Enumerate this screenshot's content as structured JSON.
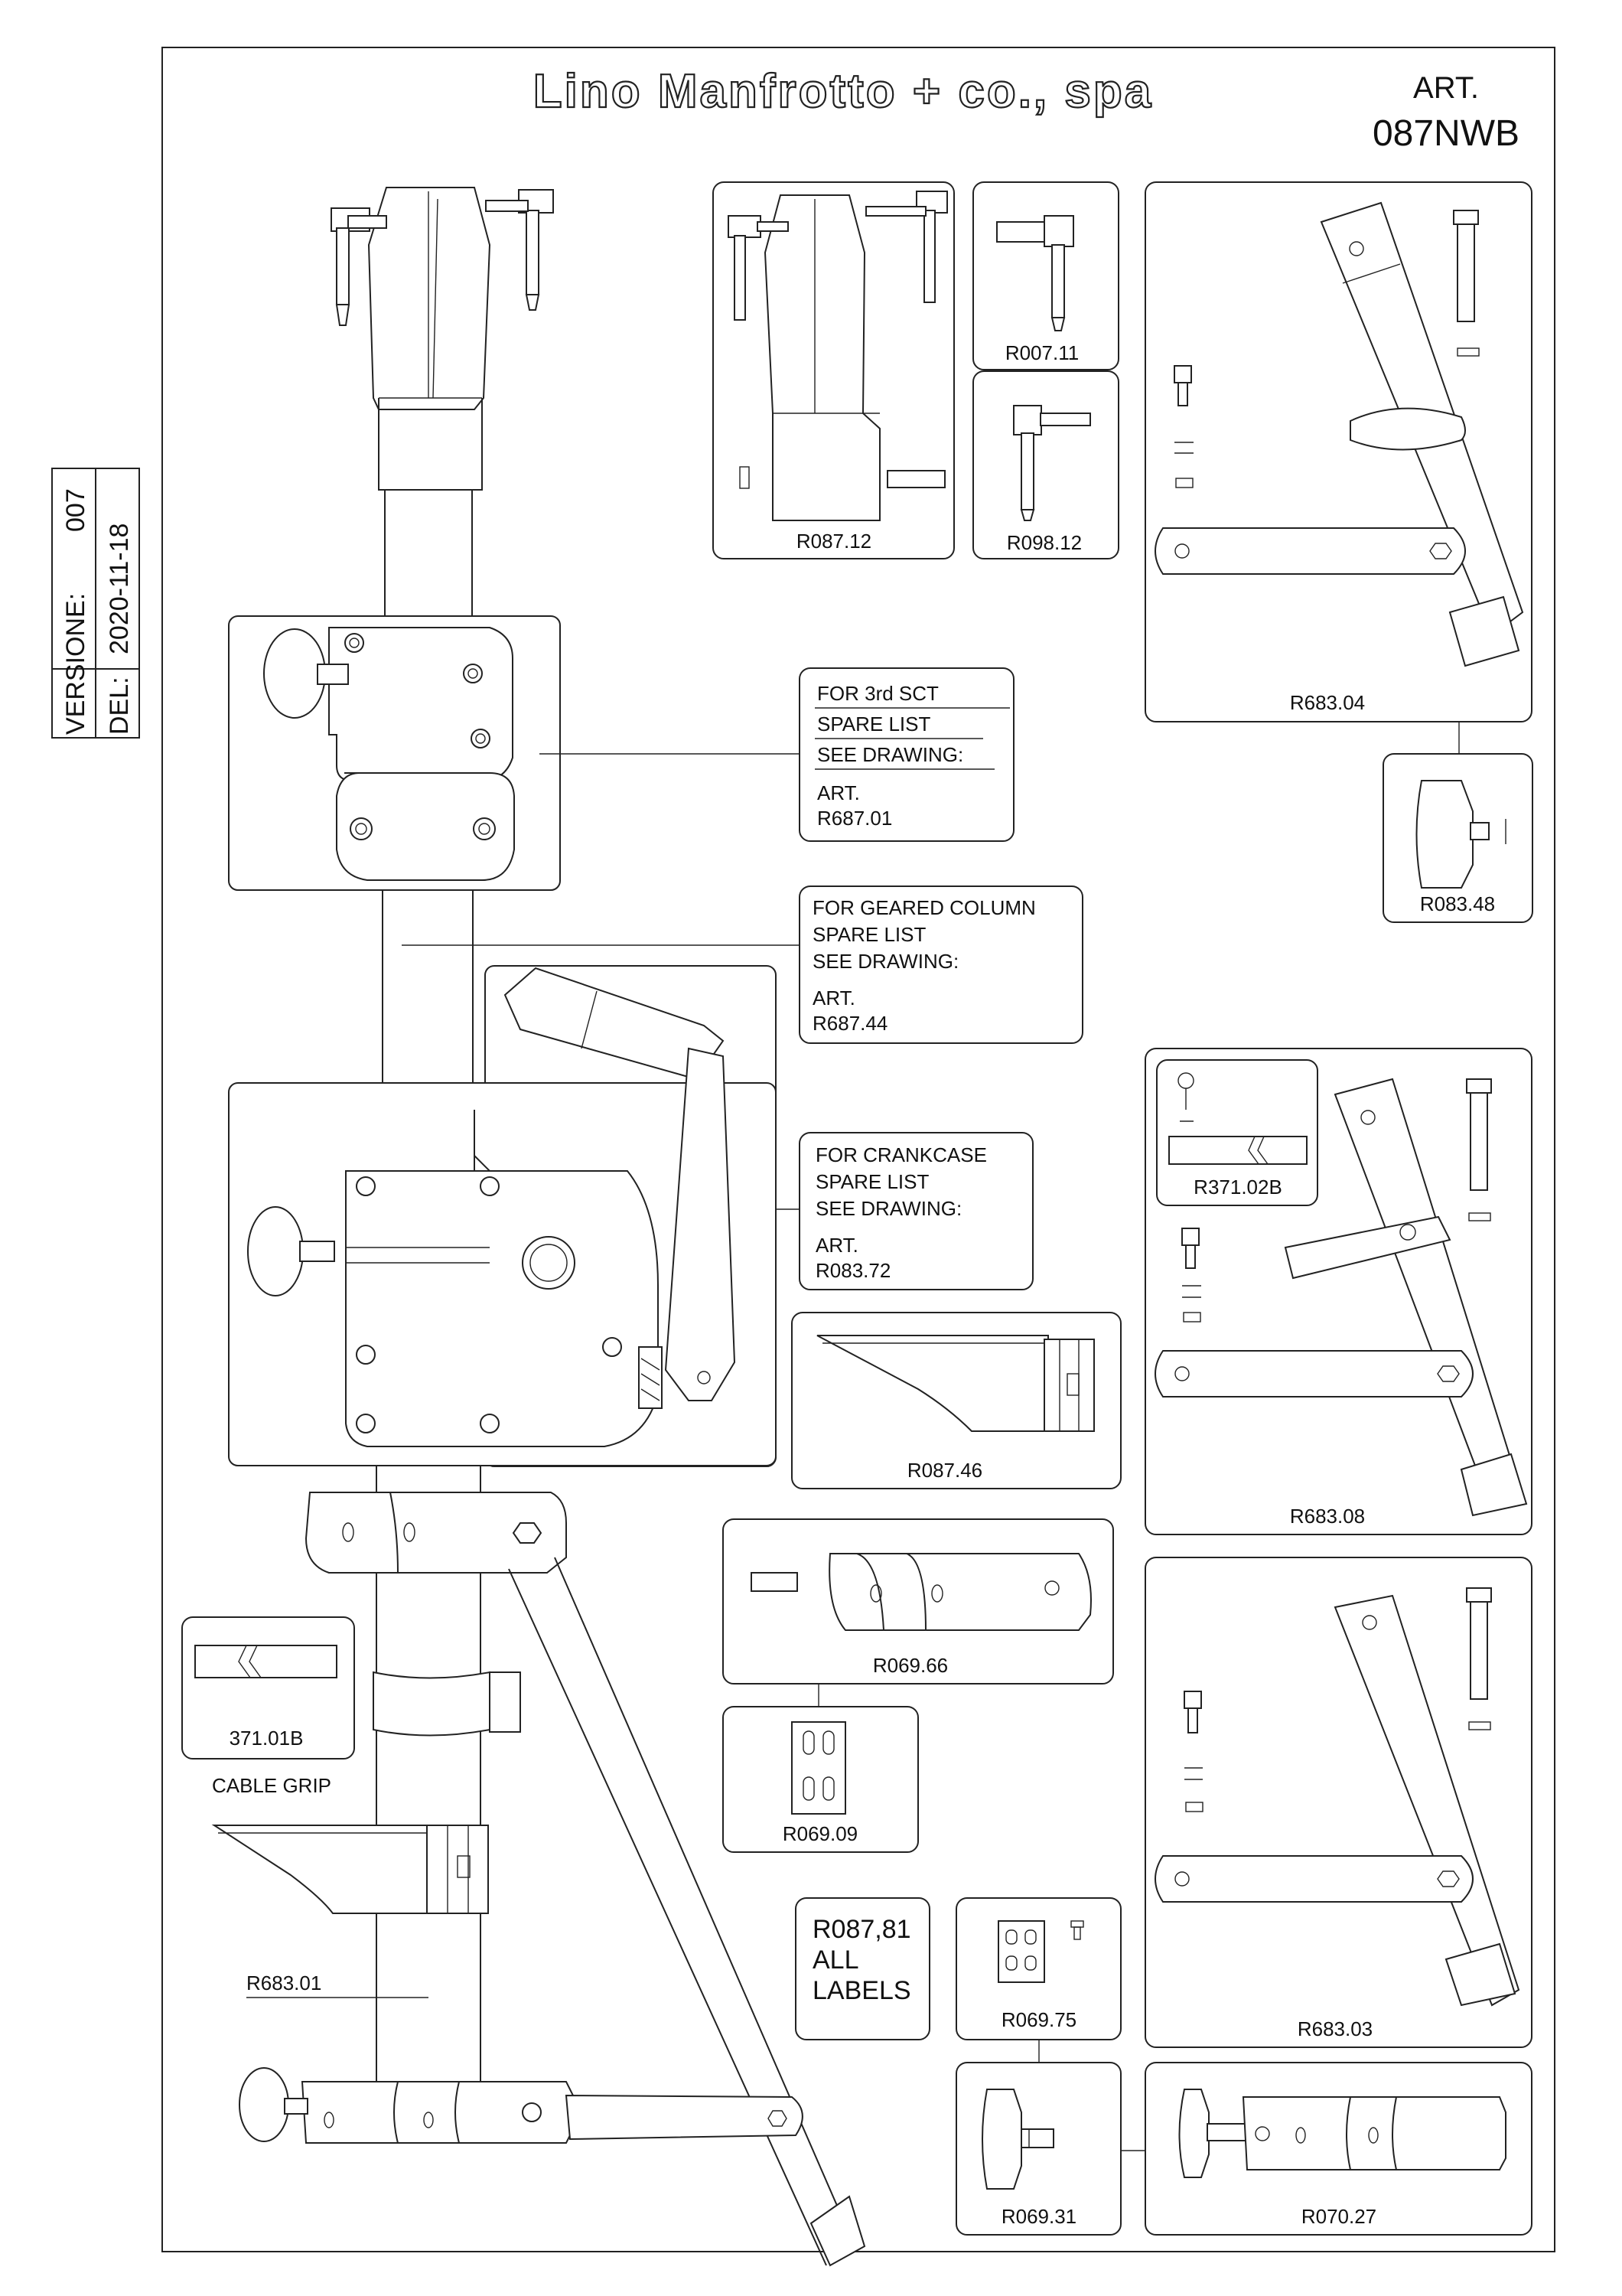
{
  "header": {
    "company": "Lino Manfrotto + co., spa",
    "art_label": "ART.",
    "art_number": "087NWB"
  },
  "version_box": {
    "versione_label": "VERSIONE:",
    "versione_value": "007",
    "del_label": "DEL:",
    "del_value": "2020-11-18"
  },
  "callouts": {
    "third_section": {
      "line1": "FOR 3rd SCT",
      "line2": "SPARE LIST",
      "line3": "SEE DRAWING:",
      "line4": "ART.",
      "line5": "R687.01"
    },
    "geared_column": {
      "line1": "FOR GEARED COLUMN",
      "line2": "SPARE LIST",
      "line3": "SEE DRAWING:",
      "line4": "ART.",
      "line5": "R687.44"
    },
    "crankcase": {
      "line1": "FOR CRANKCASE",
      "line2": "SPARE LIST",
      "line3": "SEE DRAWING:",
      "line4": "ART.",
      "line5": "R083.72"
    }
  },
  "labels_box": {
    "line1": "R087,81",
    "line2": "ALL",
    "line3": "LABELS"
  },
  "cable_grip": {
    "code": "371.01B",
    "caption": "CABLE GRIP"
  },
  "parts": {
    "r087_12": "R087.12",
    "r007_11": "R007.11",
    "r098_12": "R098.12",
    "r683_04": "R683.04",
    "r083_48": "R083.48",
    "r371_02b": "R371.02B",
    "r683_08": "R683.08",
    "r087_46": "R087.46",
    "r069_66": "R069.66",
    "r069_09": "R069.09",
    "r683_03": "R683.03",
    "r069_75": "R069.75",
    "r069_31": "R069.31",
    "r070_27": "R070.27",
    "r683_01": "R683.01"
  }
}
